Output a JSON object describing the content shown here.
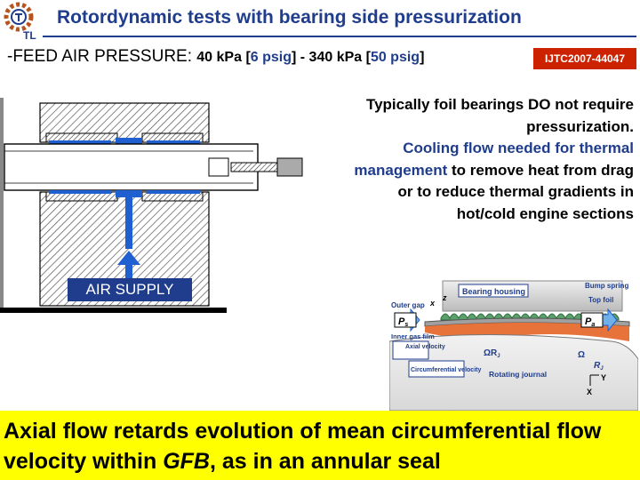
{
  "header": {
    "title": "Rotordynamic tests with bearing side pressurization",
    "logo_text": "TL"
  },
  "feed": {
    "label": "-FEED AIR PRESSURE:",
    "p1": "40 kPa [",
    "p1_psig": "6 psig",
    "p1_end": "] - 340 kPa [",
    "p2_psig": "50 psig",
    "p2_end": "]"
  },
  "badge": "IJTC2007-44047",
  "notes": {
    "line1": "Typically foil bearings DO not require pressurization.",
    "line2_blue": "Cooling flow needed  for thermal management",
    "line2_rest": " to remove heat from drag or to reduce thermal gradients in hot/cold engine sections"
  },
  "rig": {
    "air_supply": "AIR SUPPLY"
  },
  "diagram": {
    "bearing_housing": "Bearing housing",
    "bump_spring": "Bump spring",
    "top_foil": "Top foil",
    "outer_gap": "Outer gap",
    "inner_gas_film": "Inner gas film",
    "axial_velocity": "Axial velocity",
    "circ_velocity": "Circumferential velocity",
    "rotating_journal": "Rotating journal",
    "ps": "P",
    "ps_sub": "s",
    "pa": "P",
    "pa_sub": "a",
    "omega_rj": "ΩR",
    "omega_rj_sub": "J",
    "omega": "Ω",
    "rj": "R",
    "rj_sub": "J",
    "x_axis": "x",
    "z_axis": "z",
    "y_axis": "Y",
    "x2_axis": "X"
  },
  "bottom": {
    "line_a": "Axial flow retards evolution of mean circumferential flow velocity within ",
    "gfb": "GFB",
    "line_b": ", as in an annular seal"
  },
  "colors": {
    "title_blue": "#1f3d8c",
    "badge_red": "#cc2200",
    "highlight_yellow": "#ffff00",
    "flow_blue": "#1f5fcf"
  }
}
